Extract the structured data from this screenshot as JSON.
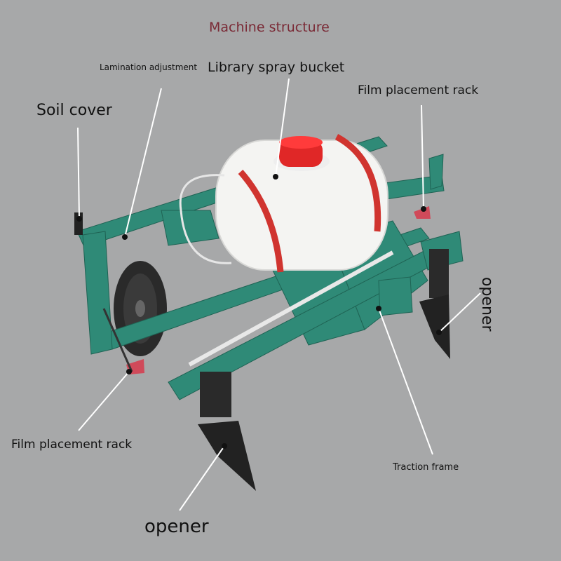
{
  "title": "Machine structure",
  "labels": {
    "lamination_adjustment": "Lamination adjustment",
    "library_spray_bucket": "Library spray bucket",
    "film_placement_rack_top": "Film placement rack",
    "soil_cover": "Soil cover",
    "opener_right": "opener",
    "film_placement_rack_bottom": "Film placement rack",
    "traction_frame": "Traction frame",
    "opener_bottom": "opener"
  },
  "colors": {
    "background": "#a7a8a9",
    "frame": "#2f8a77",
    "tank": "#f4f4f2",
    "tank_cap": "#e02727",
    "strap": "#d0342f",
    "tire": "#2a2a2a",
    "blade": "#222222",
    "holder": "#d04a5a",
    "leader_line": "#ffffff",
    "title": "#7a2a36"
  }
}
